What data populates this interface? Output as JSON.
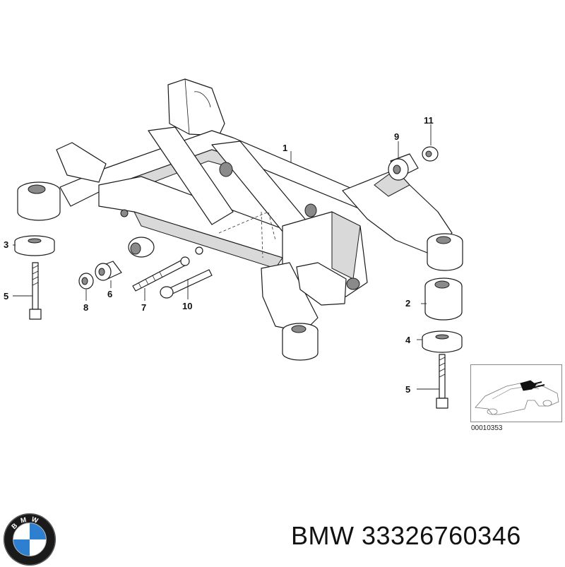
{
  "diagram": {
    "callouts": [
      {
        "id": "c1",
        "text": "1"
      },
      {
        "id": "c2",
        "text": "2"
      },
      {
        "id": "c3",
        "text": "3"
      },
      {
        "id": "c4",
        "text": "4"
      },
      {
        "id": "c5a",
        "text": "5"
      },
      {
        "id": "c5b",
        "text": "5"
      },
      {
        "id": "c6",
        "text": "6"
      },
      {
        "id": "c7",
        "text": "7"
      },
      {
        "id": "c8",
        "text": "8"
      },
      {
        "id": "c9",
        "text": "9"
      },
      {
        "id": "c10",
        "text": "10"
      },
      {
        "id": "c11",
        "text": "11"
      }
    ],
    "code": "00010353"
  },
  "logo": {
    "letters": "BMW",
    "colors": {
      "blue": "#2f7fd1",
      "ring": "#1a1a1a",
      "white": "#ffffff"
    }
  },
  "caption": {
    "brand": "BMW",
    "part_number": "33326760346"
  }
}
